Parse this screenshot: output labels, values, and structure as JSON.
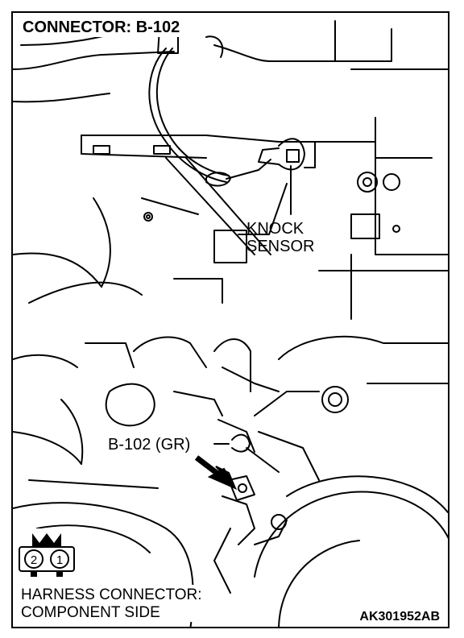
{
  "title": "CONNECTOR: B-102",
  "knock_sensor_label": [
    "KNOCK",
    "SENSOR"
  ],
  "connector_callout": "B-102 (GR)",
  "harness_label": [
    "HARNESS CONNECTOR:",
    "COMPONENT SIDE"
  ],
  "pins": [
    "2",
    "1"
  ],
  "figure_code": "AK301952AB"
}
